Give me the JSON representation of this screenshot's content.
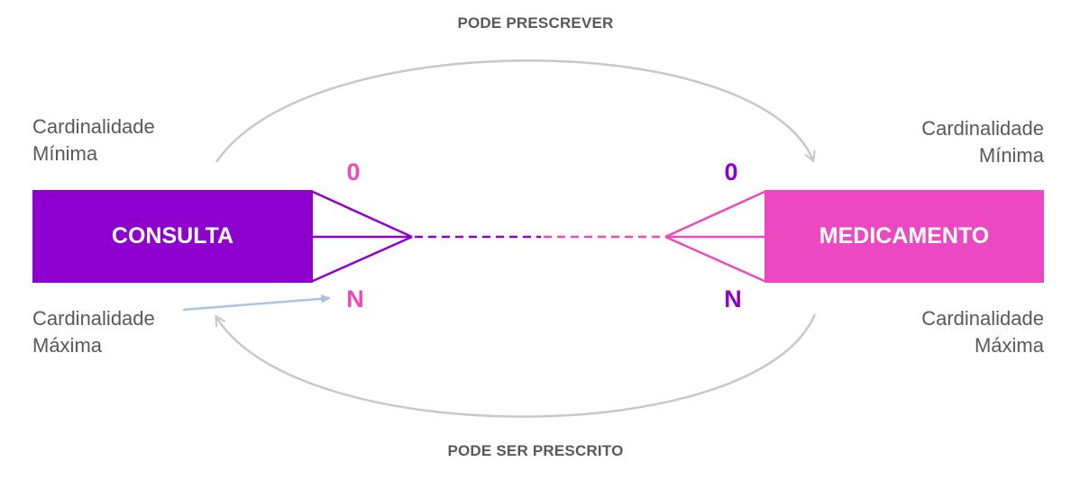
{
  "relationship": {
    "top_label": "PODE PRESCREVER",
    "bottom_label": "PODE SER PRESCRITO"
  },
  "entities": {
    "left": {
      "label": "CONSULTA",
      "color": "#8E00CE"
    },
    "right": {
      "label": "MEDICAMENTO",
      "color": "#EC48C1"
    }
  },
  "cardinality_labels": {
    "top_left": {
      "line1": "Cardinalidade",
      "line2": "Mínima"
    },
    "bottom_left": {
      "line1": "Cardinalidade",
      "line2": "Máxima"
    },
    "top_right": {
      "line1": "Cardinalidade",
      "line2": "Mínima"
    },
    "bottom_right": {
      "line1": "Cardinalidade",
      "line2": "Máxima"
    }
  },
  "cardinality_marks": {
    "left_min": "0",
    "left_max": "N",
    "right_min": "0",
    "right_max": "N"
  },
  "colors": {
    "purple": "#8E00CE",
    "pink": "#EC48C1",
    "arc_gray": "#C8C8C8",
    "pointer_blue": "#A9C4E4",
    "text_gray": "#595959"
  }
}
